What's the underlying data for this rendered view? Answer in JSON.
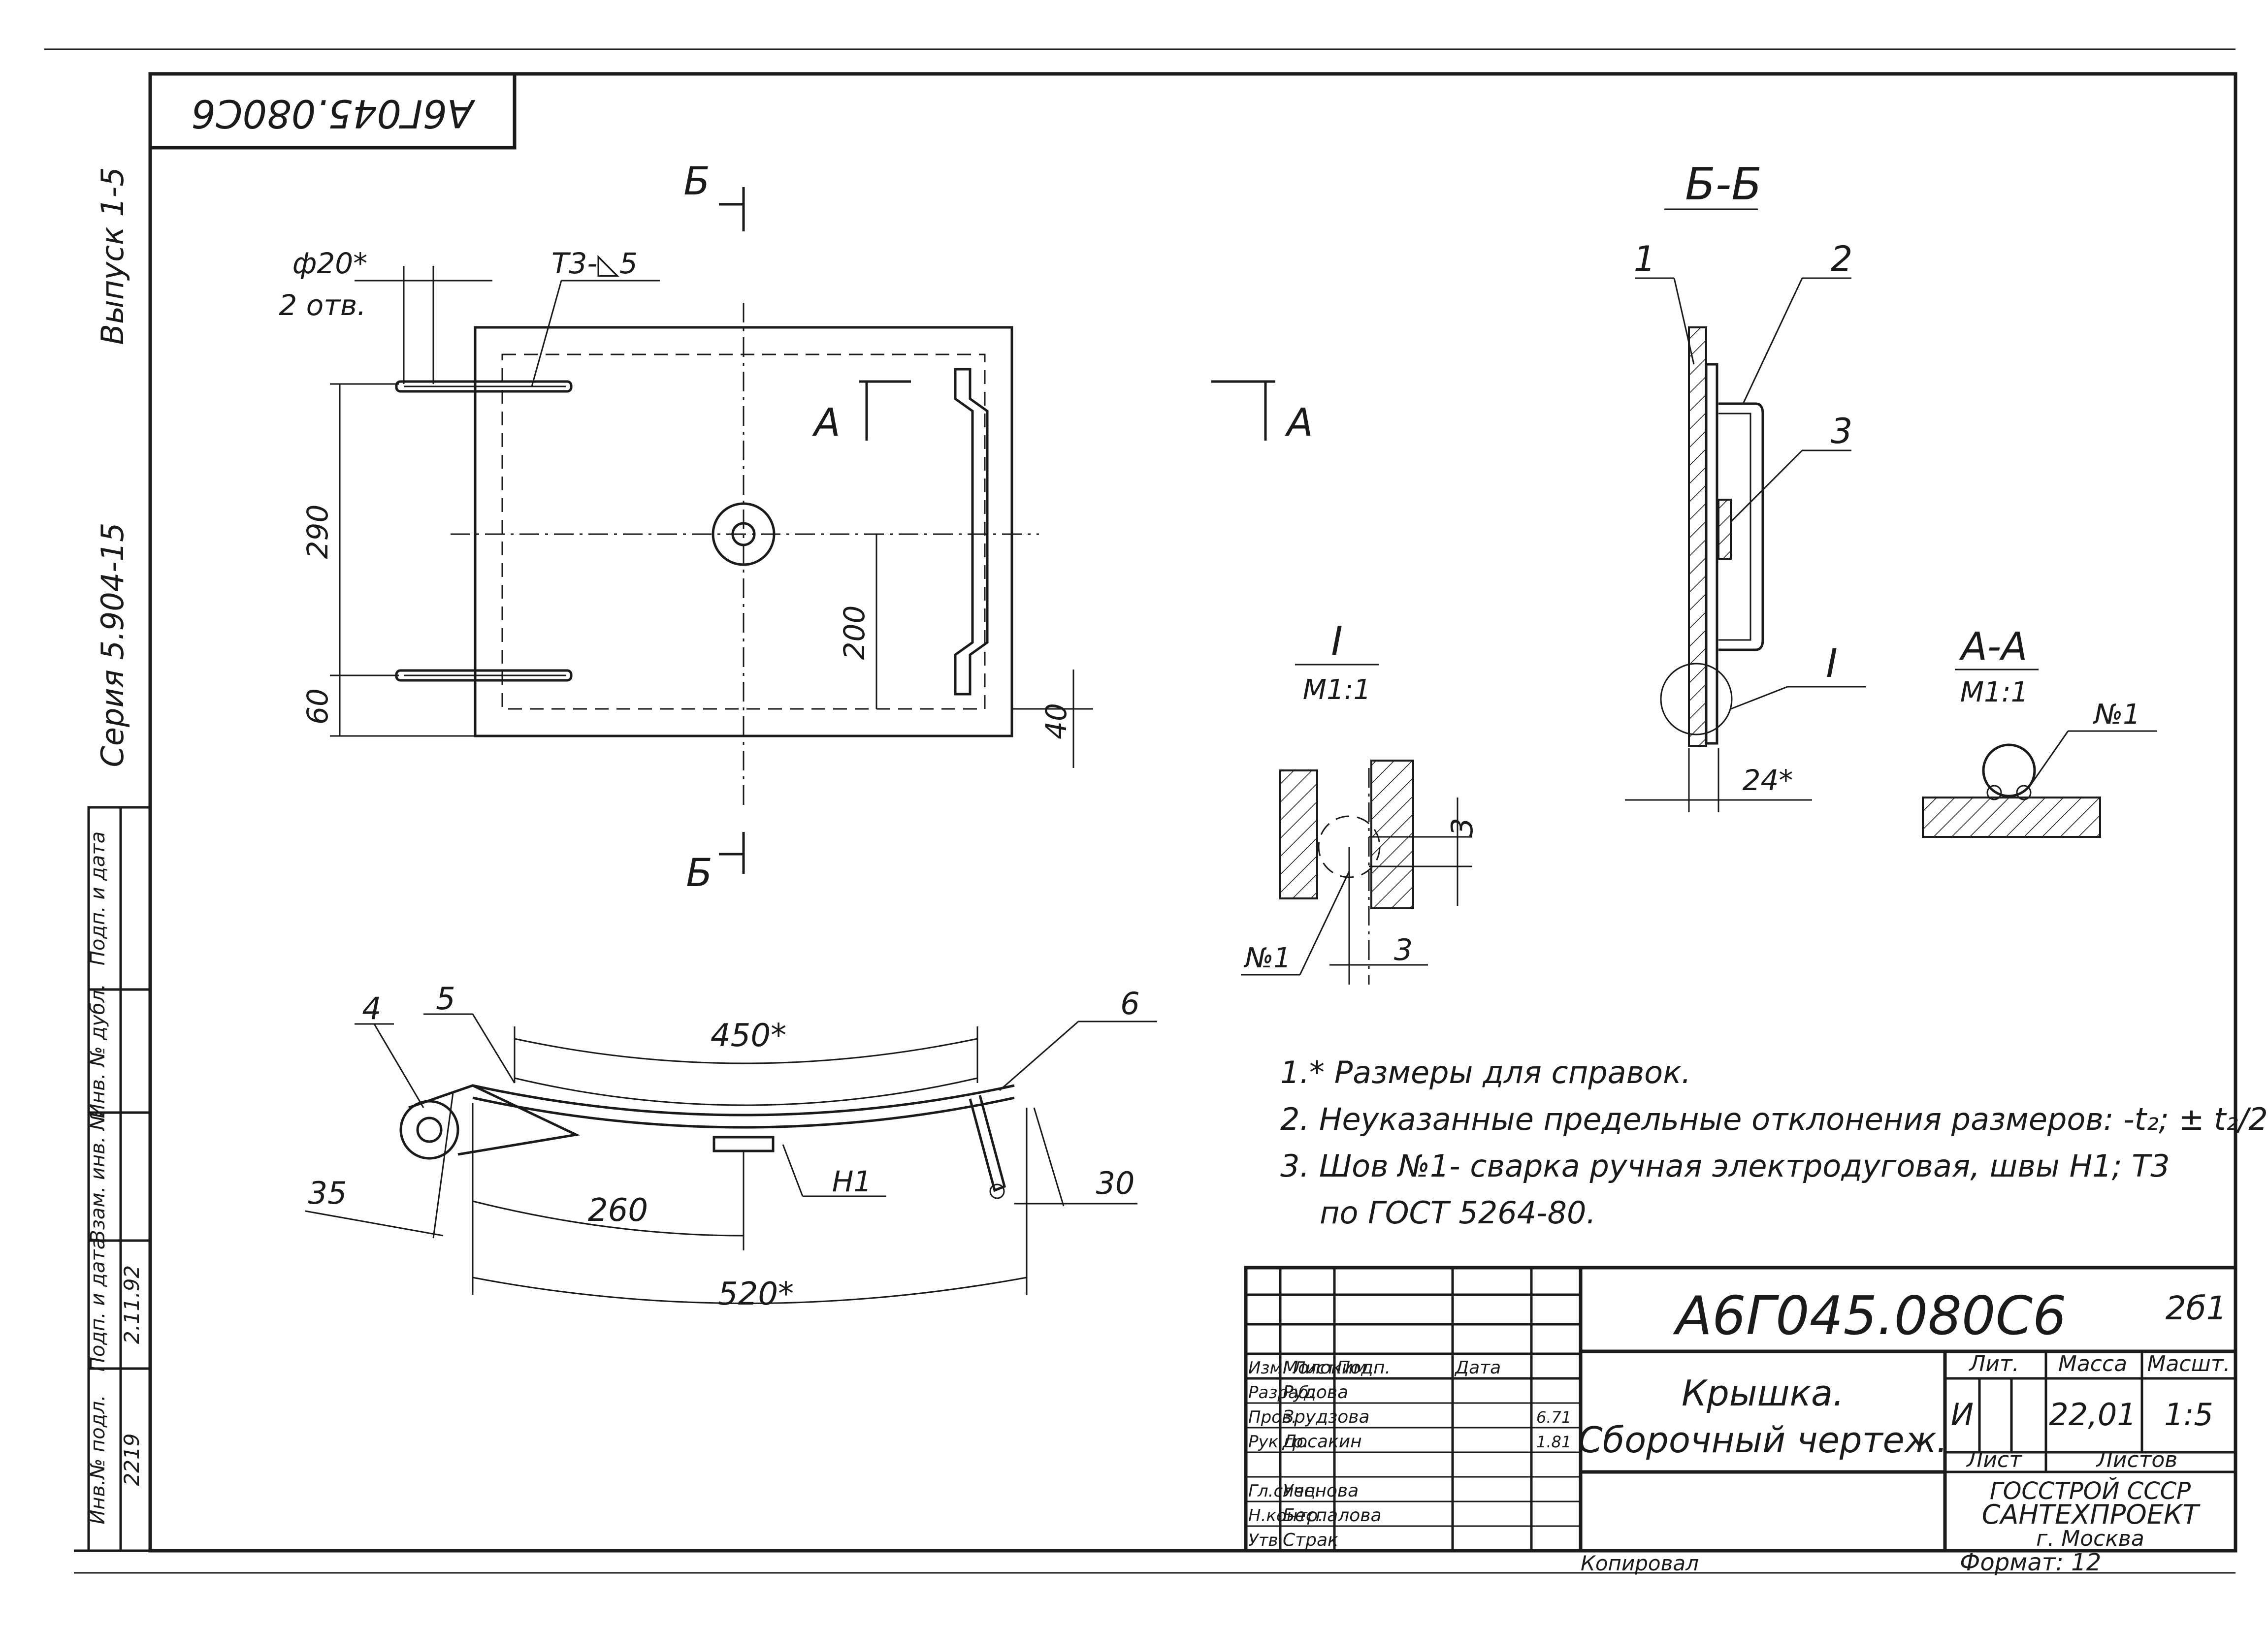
{
  "stamp": {
    "rotated_code": "А6Г045.080С6"
  },
  "left_margin": {
    "issue": "Выпуск 1-5",
    "series": "Серия 5.904-15"
  },
  "left_table": {
    "headers": [
      "Инв.№ подл.",
      "Подп. и дата",
      "Взам. инв. №",
      "Инв. № дубл.",
      "Подп. и дата"
    ],
    "inv_no": "2219",
    "signature_date": "2.11.92"
  },
  "plan_view": {
    "section_mark": "Б",
    "hole_dim": "ф20*",
    "hole_count": "2 отв.",
    "weld_mark": "Т3-◺5",
    "dim_290": "290",
    "dim_60": "60",
    "dim_200": "200",
    "dim_40": "40",
    "view_a_left": "А",
    "view_a_right": "А"
  },
  "section_bb": {
    "title": "Б-Б",
    "callout_1": "1",
    "callout_2": "2",
    "callout_3": "3",
    "callout_I": "I",
    "dim_24": "24*"
  },
  "detail_I": {
    "title": "I",
    "scale": "М1:1",
    "dim_3_vert": "3",
    "dim_3_horiz": "3",
    "weld_label": "№1"
  },
  "section_aa": {
    "title": "А-А",
    "scale": "М1:1",
    "weld_label": "№1"
  },
  "curved_view": {
    "callout_4": "4",
    "callout_5": "5",
    "callout_6": "6",
    "dim_450": "450*",
    "dim_260": "260",
    "dim_520": "520*",
    "dim_35": "35",
    "dim_30": "30",
    "weld_h1": "Н1"
  },
  "notes": [
    "1.* Размеры для справок.",
    "2. Неуказанные предельные отклонения размеров: -t₂; ± t₂/2.",
    "3. Шов №1- сварка ручная электродуговая, швы Н1; Т3",
    "по ГОСТ 5264-80."
  ],
  "title_block": {
    "doc_code": "А6Г045.080С6",
    "sheet_mark": "2б1",
    "name_line1": "Крышка.",
    "name_line2": "Сборочный чертеж.",
    "col_lit": "Лит.",
    "col_mass": "Масса",
    "col_scale": "Масшт.",
    "lit_value": "И",
    "mass_value": "22,01",
    "scale_value": "1:5",
    "sheet_label": "Лист",
    "sheets_label": "Листов",
    "org_line1": "ГОССТРОЙ СССР",
    "org_line2": "САНТЕХПРОЕКТ",
    "org_line3": "г. Москва",
    "rows": [
      {
        "role": "Изм. Лист",
        "name": "Молоким",
        "sign": "Подп.",
        "date": "Дата"
      },
      {
        "role": "Разраб.",
        "name": "Рудова",
        "sign": "",
        "date": ""
      },
      {
        "role": "Пров.",
        "name": "Зрудзова",
        "sign": "",
        "date": "6.71"
      },
      {
        "role": "Рук.гр.",
        "name": "Досакин",
        "sign": "",
        "date": "1.81"
      },
      {
        "role": "Гл.спец.",
        "name": "Ученова",
        "sign": "",
        "date": ""
      },
      {
        "role": "Н.контр.",
        "name": "Беспалова",
        "sign": "",
        "date": ""
      },
      {
        "role": "Утв.",
        "name": "Страк",
        "sign": "",
        "date": ""
      }
    ]
  },
  "footer": {
    "copied": "Копировал",
    "format": "Формат: 12"
  }
}
